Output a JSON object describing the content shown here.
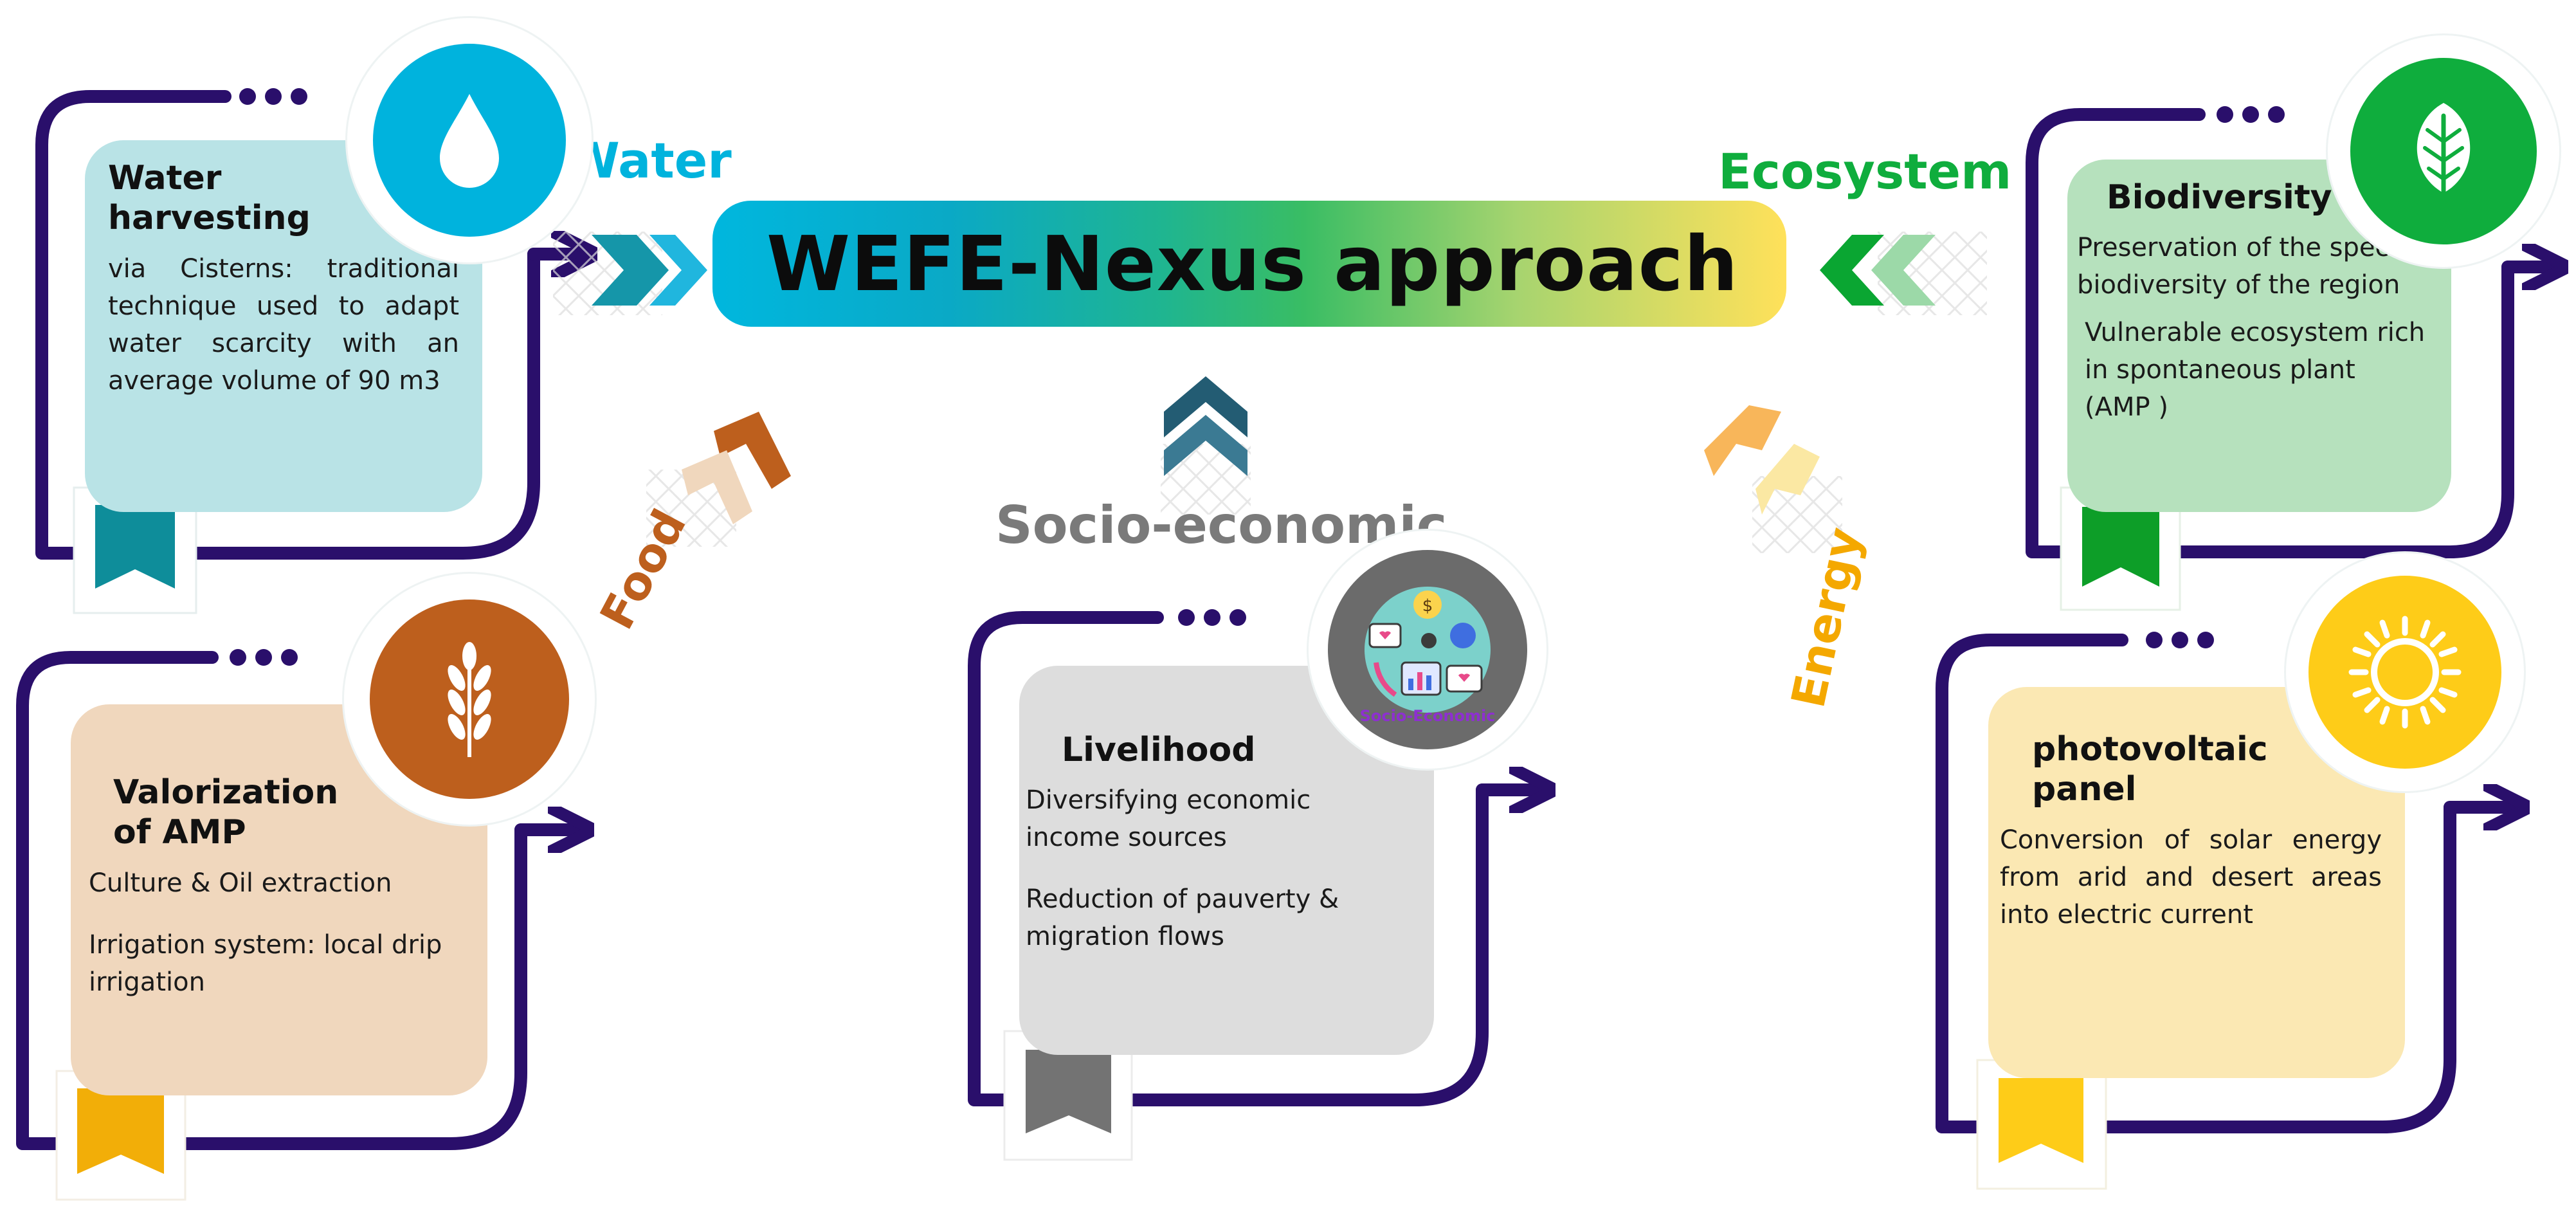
{
  "title": "WEFE-Nexus approach",
  "dimensions": {
    "water": "Water",
    "ecosystem": "Ecosystem",
    "food": "Food",
    "energy": "Energy",
    "socio": "Socio-economic"
  },
  "cards": {
    "water": {
      "heading": "Water\nharvesting",
      "lines": [
        "via Cisterns: traditional technique used to adapt water scarcity with an average volume of 90 m3"
      ]
    },
    "food": {
      "heading": "Valorization\nof AMP",
      "lines": [
        "Culture & Oil extraction",
        "Irrigation system: local drip irrigation"
      ]
    },
    "socio": {
      "heading": "Livelihood",
      "lines": [
        "Diversifying economic income sources",
        "Reduction of pauverty & migration flows"
      ]
    },
    "ecosystem": {
      "heading": "Biodiversity",
      "lines": [
        "Preservation of the specific biodiversity of the region",
        "Vulnerable ecosystem rich in spontaneous plant (AMP )"
      ]
    },
    "energy": {
      "heading": "photovoltaic\npanel",
      "lines": [
        "Conversion of solar energy from arid and desert areas into electric current"
      ]
    }
  },
  "icons": {
    "water": "water-drop-icon",
    "food": "wheat-icon",
    "socio": "socio-economic-icon",
    "ecosystem": "leaf-icon",
    "energy": "sun-icon"
  },
  "socio_icon_label": "Socio-Economic",
  "colors": {
    "frame": "#2a0f6b",
    "water": "#00b3dd",
    "water_card": "#b9e3e6",
    "food": "#bd5f1d",
    "food_card": "#f0d7bd",
    "socio": "#7a7a7a",
    "socio_card": "#dddddd",
    "ecosystem": "#0fad3d",
    "ecosystem_card": "#b6e1bd",
    "energy": "#f4b400",
    "energy_card": "#fbe8b3",
    "bookmark_water": "#0e8d9a",
    "bookmark_food": "#f2ae08",
    "bookmark_socio": "#737373",
    "bookmark_ecosystem": "#0d9e28",
    "bookmark_energy": "#fecc18"
  }
}
